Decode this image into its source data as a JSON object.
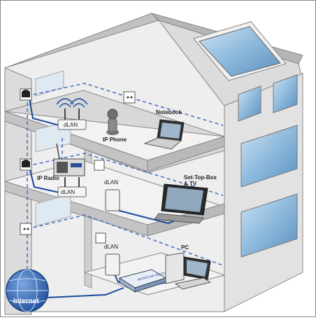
{
  "labels": {
    "notebook": "Notebook",
    "dlan_top": "dLAN",
    "ip_phone": "IP Phone",
    "ip_radio": "IP Radio",
    "dlan_mid_left": "dLAN",
    "dlan_mid_right": "dLAN",
    "settop": "Set-Top-Box",
    "tv": "& TV",
    "dlan_bottom": "dLAN",
    "pc": "PC",
    "internet": "Internet",
    "router": "MICROLINK DEVOLO"
  },
  "colors": {
    "cable": "#1a4a9c",
    "dashed": "#4a73c0",
    "wall": "#e6e6e6",
    "wall_dark": "#c9c9c9",
    "roof": "#d7d7d7",
    "window": "#8db9dc",
    "globe": "#2a5fae"
  },
  "icons": [
    "notebook-icon",
    "ip-phone-icon",
    "wifi-adapter-icon",
    "ip-radio-icon",
    "dlan-adapter-icon",
    "tv-icon",
    "pc-icon",
    "router-icon",
    "globe-icon",
    "power-socket-icon"
  ]
}
